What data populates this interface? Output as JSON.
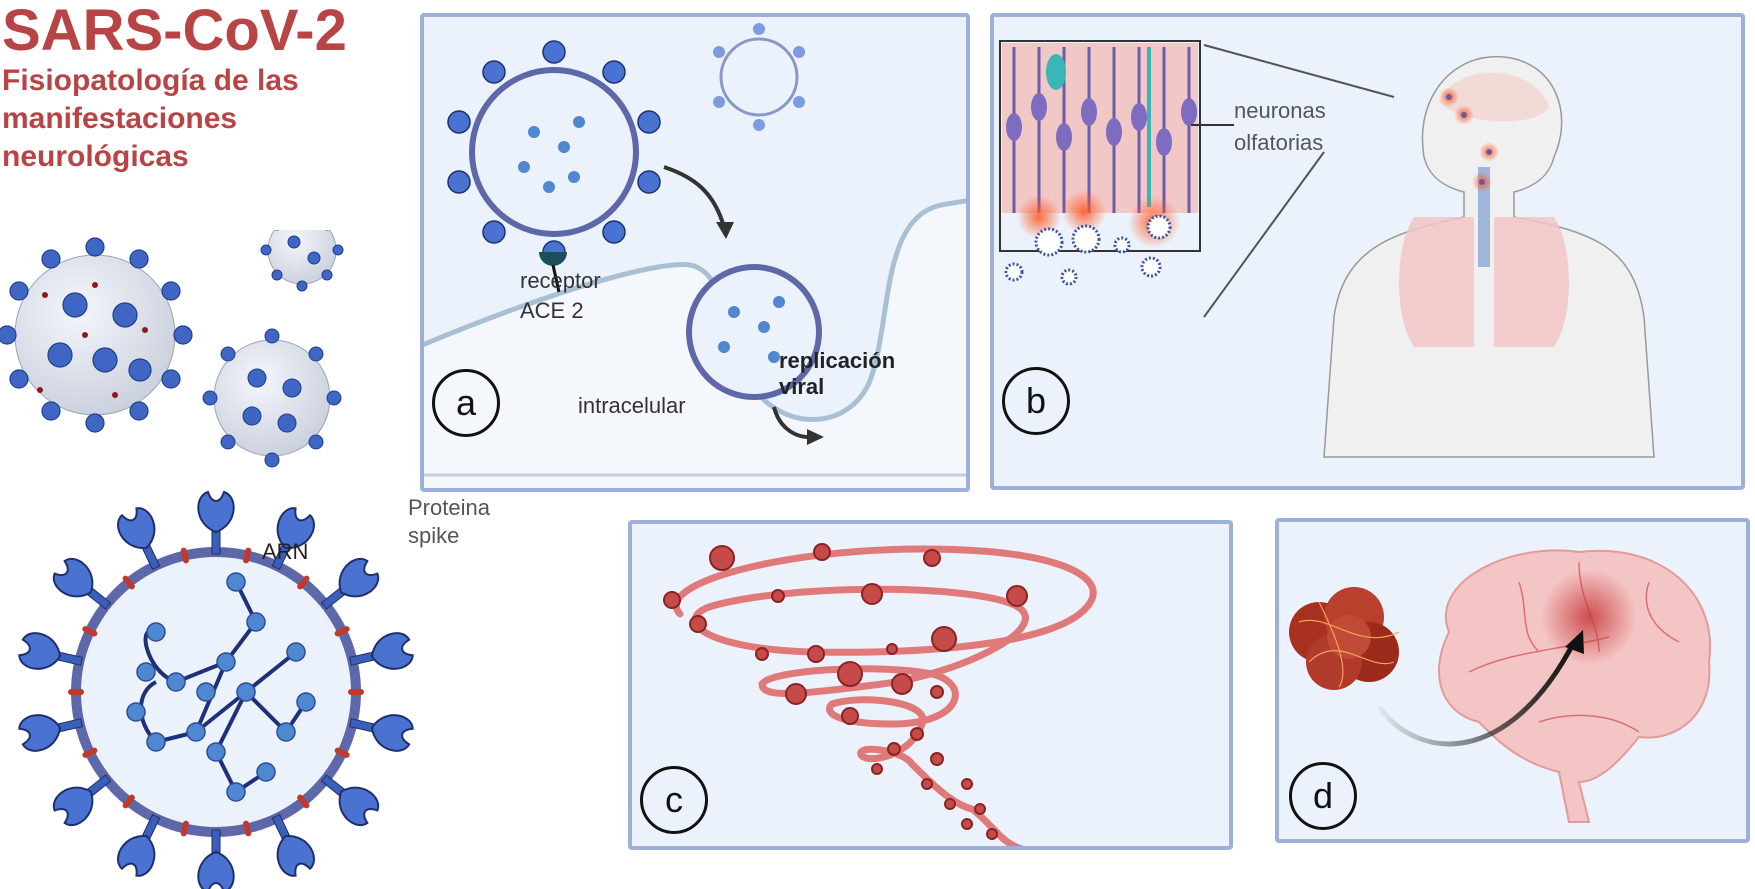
{
  "title": {
    "main": "SARS-CoV-2",
    "subtitle_lines": [
      "Fisiopatología de las",
      "manifestaciones",
      "neurológicas"
    ]
  },
  "virus_labels": {
    "rna": "ARN",
    "spike_line1": "Proteina",
    "spike_line2": "spike"
  },
  "panels": {
    "a": {
      "badge": "a",
      "receptor_line1": "receptor",
      "receptor_line2": "ACE 2",
      "intracellular": "intracelular",
      "replication_line1": "replicación",
      "replication_line2": "viral"
    },
    "b": {
      "badge": "b",
      "neurons_line1": "neuronas",
      "neurons_line2": "olfatorias"
    },
    "c": {
      "badge": "c"
    },
    "d": {
      "badge": "d"
    }
  },
  "colors": {
    "title_red": "#b94446",
    "panel_bg": "#ebf2fb",
    "panel_border": "#9db0d8",
    "virus_blue": "#3f66c4",
    "membrane_red": "#c0392b",
    "spiral_pink": "#e07a7a",
    "clot_red": "#b23a2a",
    "brain_pink": "#f4c5c5"
  }
}
